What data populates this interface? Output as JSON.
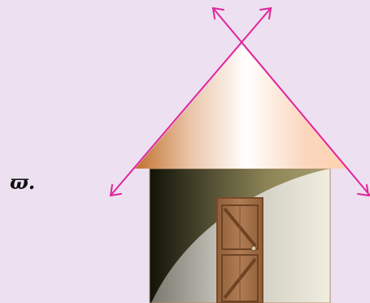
{
  "label": {
    "text": "ϖ."
  },
  "colors": {
    "background": "#ede0f0",
    "line": "#e0249a",
    "roof_light": "#ffffff",
    "roof_dark": "#c9743f",
    "wall_dark": "#121208",
    "wall_mid": "#8c8456",
    "wall_light": "#efeadb",
    "door_wood": "#a36f45",
    "door_frame": "#7a4a2a"
  },
  "icons": {
    "roof": "cone-roof",
    "wall": "cylinder-wall",
    "door": "wooden-door",
    "lines": "crossing-arrow-lines"
  }
}
